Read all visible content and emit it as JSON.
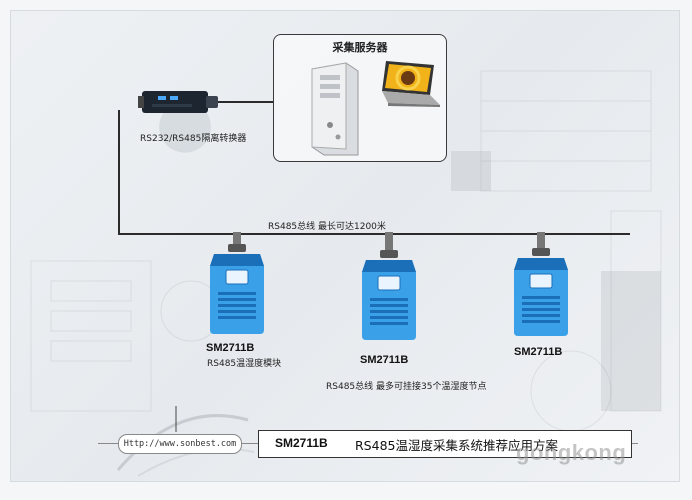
{
  "server_box": {
    "title": "采集服务器"
  },
  "converter": {
    "label": "RS232/RS485隔离转换器"
  },
  "bus": {
    "label": "RS485总线    最长可达1200米"
  },
  "sensors": [
    {
      "model": "SM2711B",
      "desc": "RS485温湿度模块"
    },
    {
      "model": "SM2711B"
    },
    {
      "model": "SM2711B"
    }
  ],
  "bus_note": "RS485总线    最多可挂接35个温湿度节点",
  "footer": {
    "url": "Http://www.sonbest.com",
    "title_model": "SM2711B",
    "title_text": "RS485温湿度采集系统推荐应用方案"
  },
  "watermark": "gongkong",
  "colors": {
    "sensor_blue": "#3aa0e8",
    "sensor_dark": "#1a6fb8",
    "line": "#2b2b2b"
  }
}
